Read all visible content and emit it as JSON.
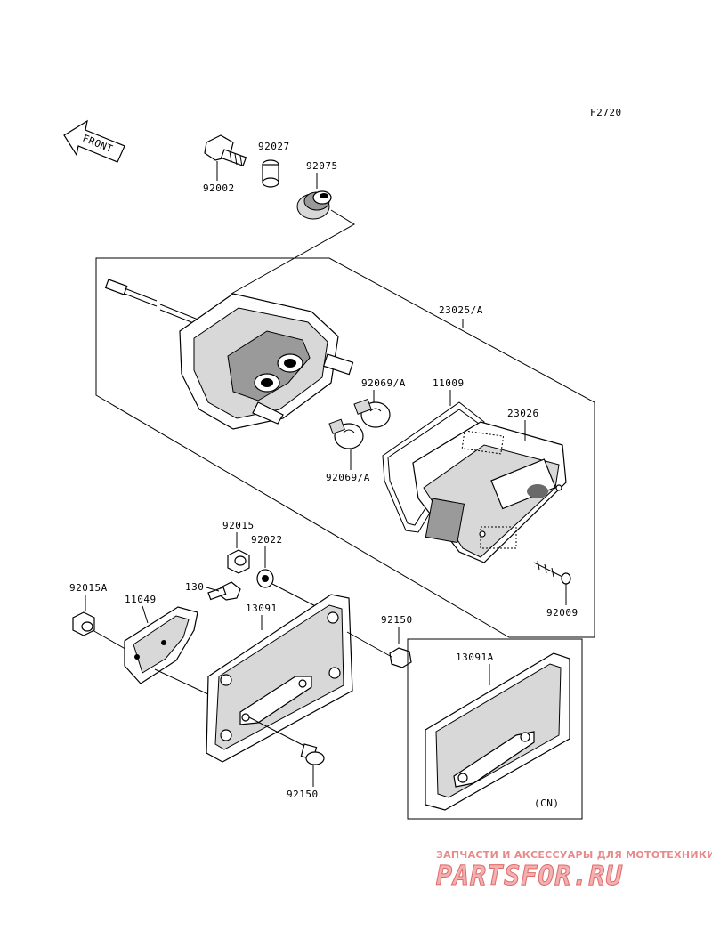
{
  "figure_code": "F2720",
  "front_arrow_text": "FRONT",
  "parts": [
    {
      "id": "p92002",
      "label": "92002"
    },
    {
      "id": "p92027",
      "label": "92027"
    },
    {
      "id": "p92075",
      "label": "92075"
    },
    {
      "id": "p23025A",
      "label": "23025/A"
    },
    {
      "id": "p92069A_top",
      "label": "92069/A"
    },
    {
      "id": "p11009",
      "label": "11009"
    },
    {
      "id": "p23026",
      "label": "23026"
    },
    {
      "id": "p92069A_bot",
      "label": "92069/A"
    },
    {
      "id": "p92015",
      "label": "92015"
    },
    {
      "id": "p92022",
      "label": "92022"
    },
    {
      "id": "p130",
      "label": "130"
    },
    {
      "id": "p92015A",
      "label": "92015A"
    },
    {
      "id": "p11049",
      "label": "11049"
    },
    {
      "id": "p13091",
      "label": "13091"
    },
    {
      "id": "p92150_right",
      "label": "92150"
    },
    {
      "id": "p92009",
      "label": "92009"
    },
    {
      "id": "p13091A",
      "label": "13091A"
    },
    {
      "id": "p92150_bottom",
      "label": "92150"
    },
    {
      "id": "pCN",
      "label": "(CN)"
    }
  ],
  "watermark": {
    "tagline": "ЗАПЧАСТИ И АКСЕССУАРЫ ДЛЯ МОТОТЕХНИКИ",
    "brand": "PARTSFOR.RU"
  }
}
